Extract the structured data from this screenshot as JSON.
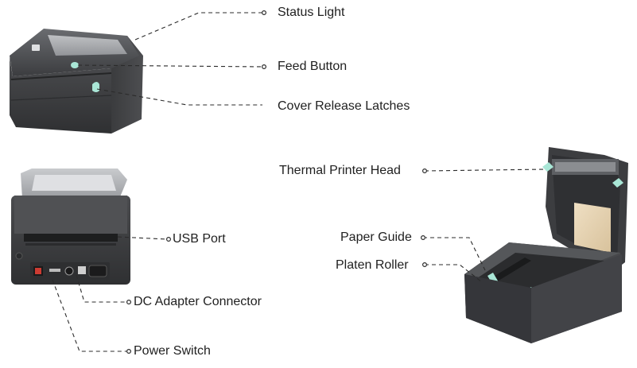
{
  "colors": {
    "body_dark": "#3a3b3d",
    "body_mid": "#4a4b4e",
    "body_top": "#55575a",
    "window_gray": "#8e9094",
    "accent_teal": "#a9e6d6",
    "leader_line": "#2b2b2b",
    "paper": "#e9d7b8"
  },
  "callouts": {
    "status_light": "Status Light",
    "feed_button": "Feed Button",
    "cover_release_latches": "Cover Release Latches",
    "thermal_printer_head": "Thermal Printer Head",
    "usb_port": "USB Port",
    "paper_guide": "Paper Guide",
    "platen_roller": "Platen Roller",
    "dc_adapter_connector": "DC Adapter Connector",
    "power_switch": "Power Switch"
  }
}
